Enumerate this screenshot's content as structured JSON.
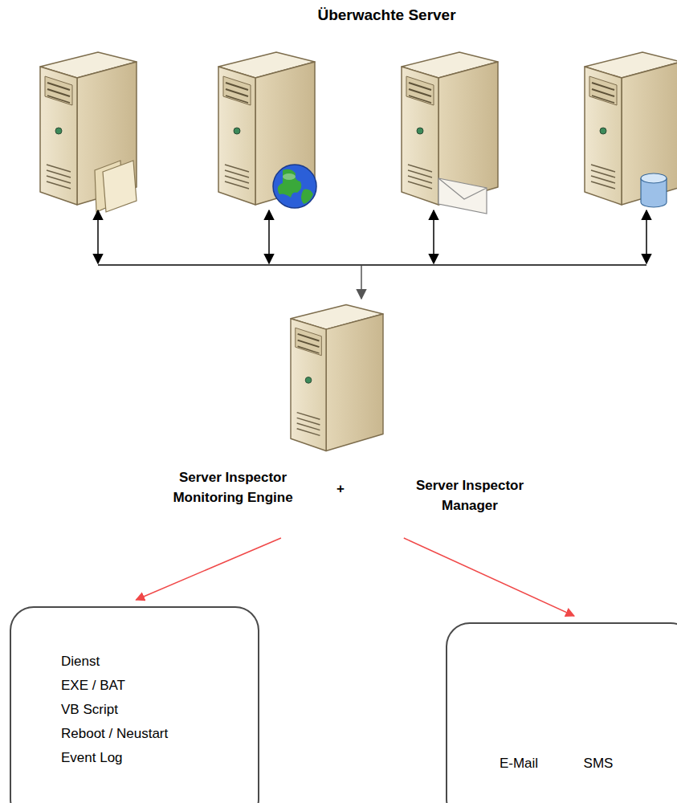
{
  "diagram": {
    "title": "Überwachte Server",
    "nodes": [
      {
        "text": [
          "Server Inspector Monitoring Engine",
          "+",
          "Server Inspector Manager"
        ]
      },
      {
        "text": [
          "Dienst",
          "EXE / BAT",
          "VB Script",
          "Reboot / Neustart",
          "Event Log"
        ]
      },
      {
        "text": [
          "E-Mail",
          "SMS"
        ]
      }
    ],
    "edges": [
      {
        "from": 0,
        "to": 1,
        "arrow": "to"
      },
      {
        "from": 0,
        "to": 2,
        "arrow": "to"
      }
    ]
  }
}
